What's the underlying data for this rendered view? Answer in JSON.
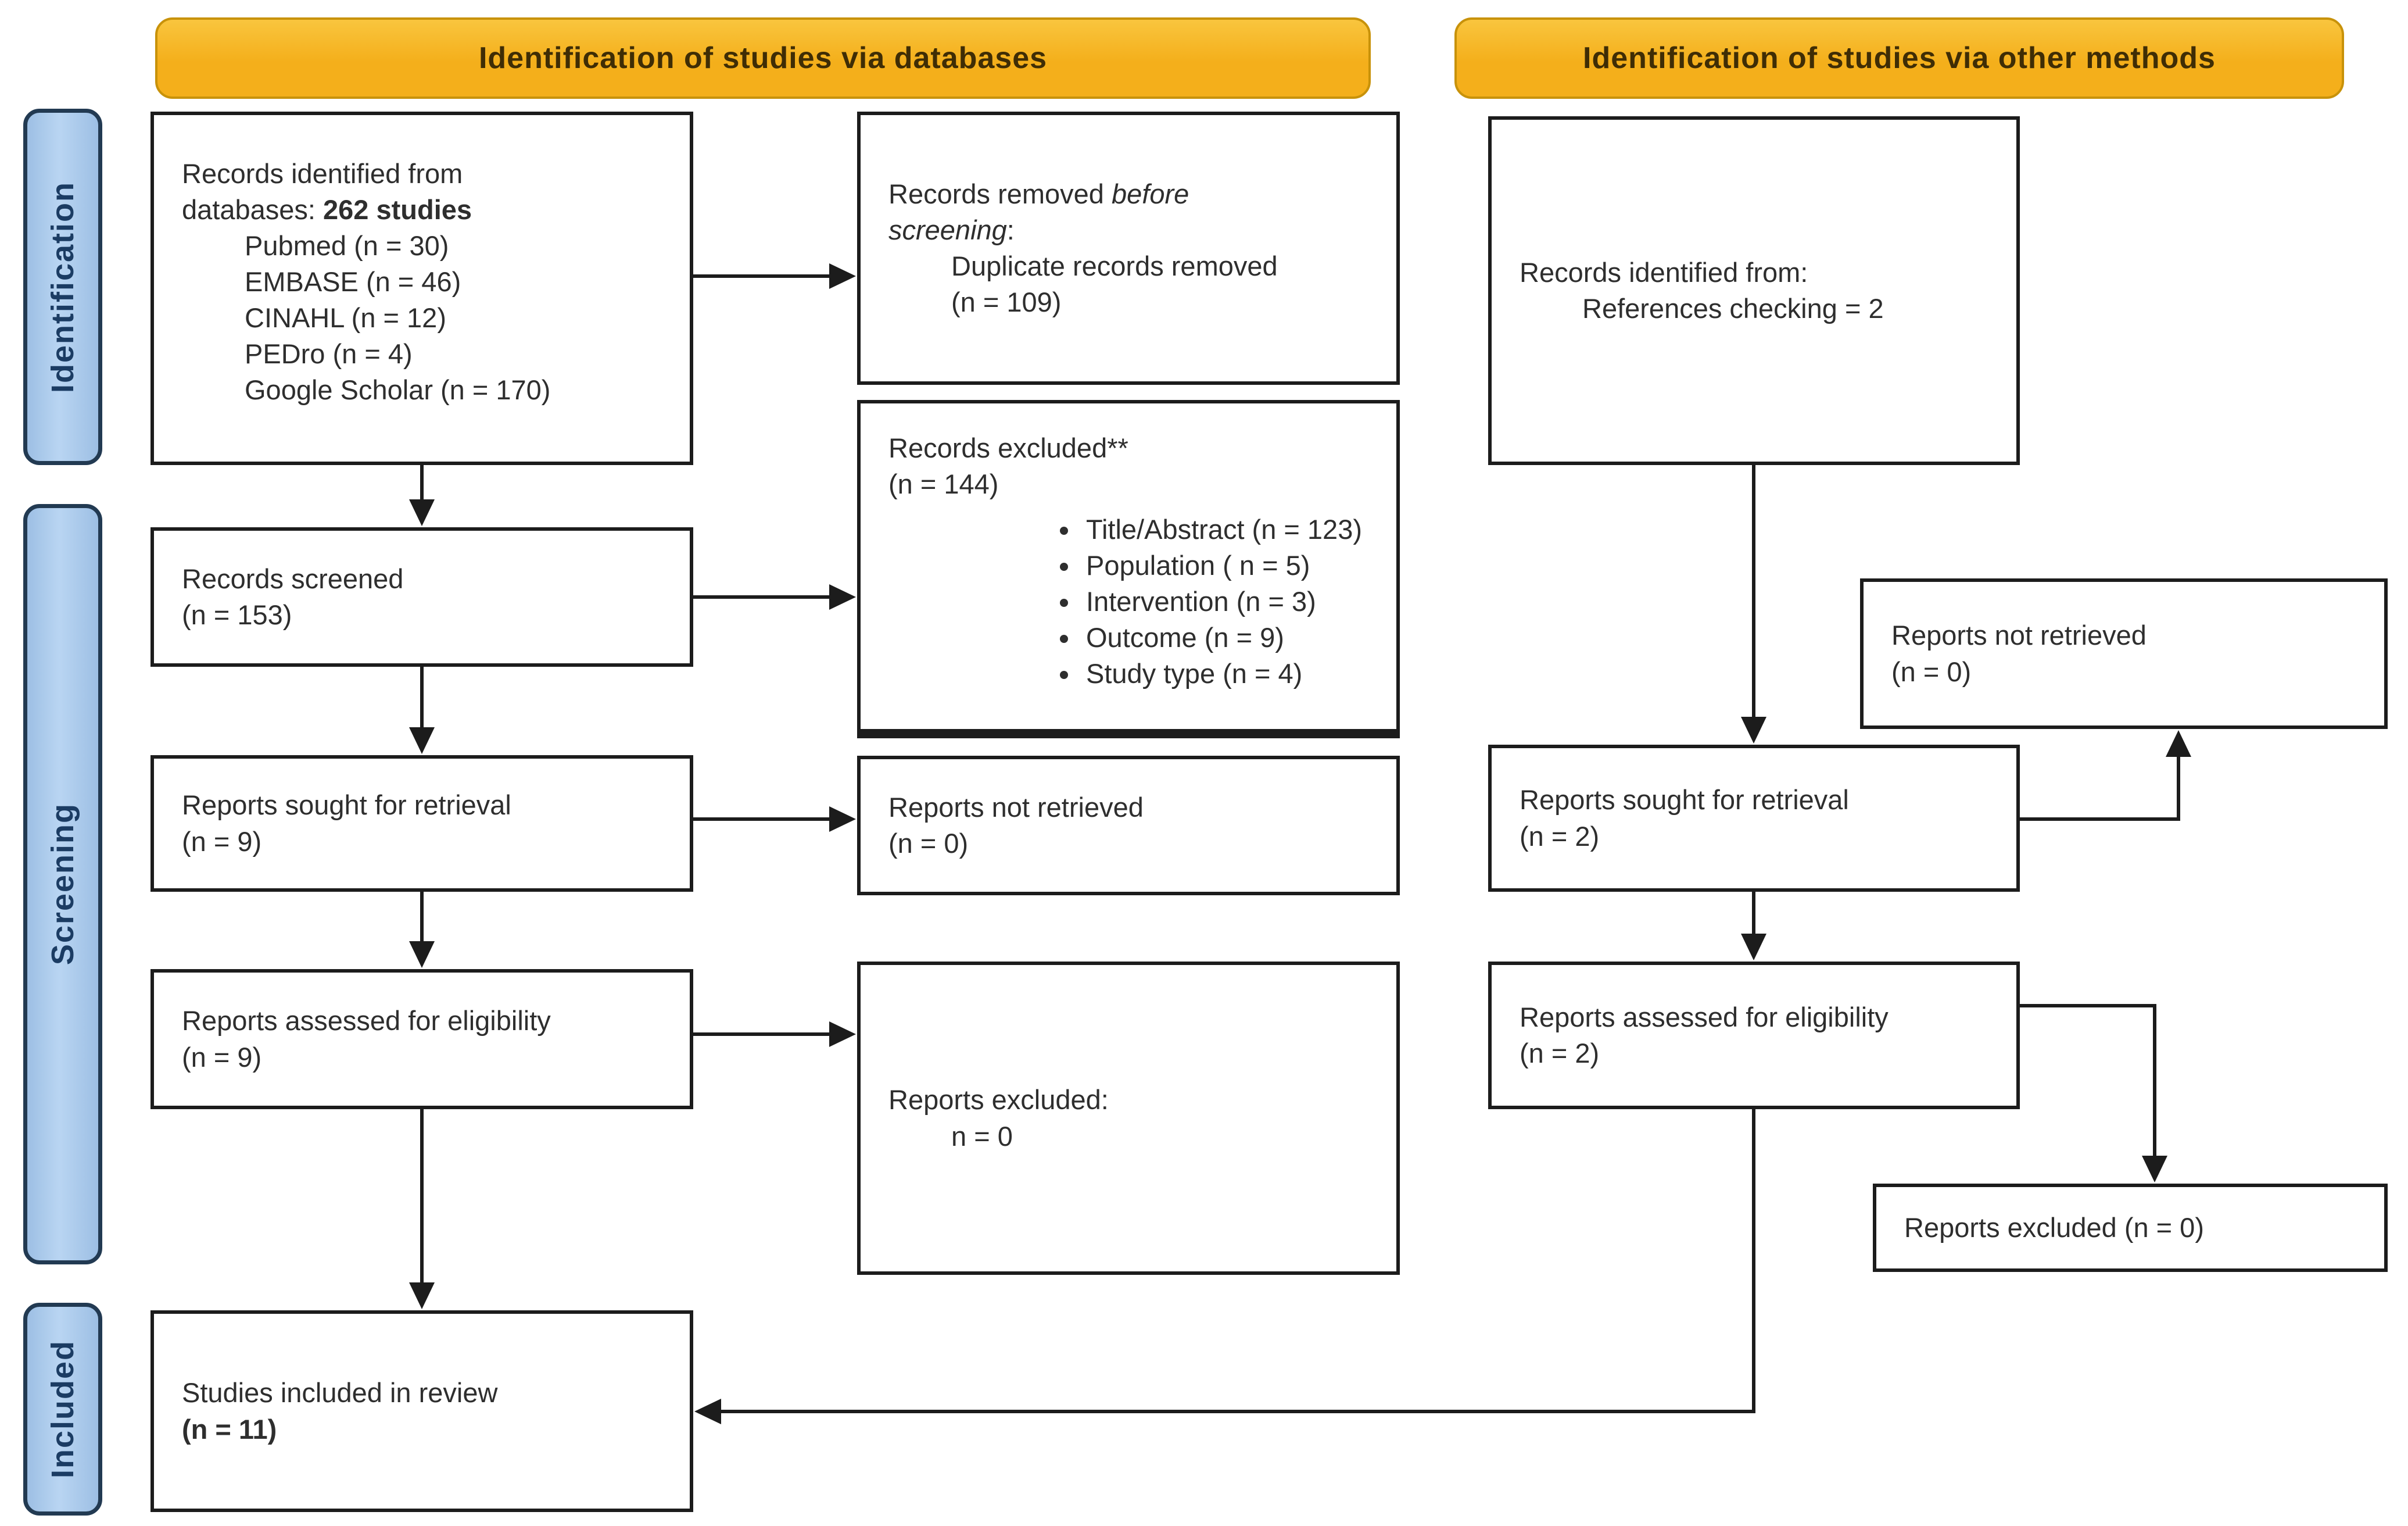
{
  "colors": {
    "background": "#ffffff",
    "banner_fill": "#f4af1b",
    "banner_fill_light": "#f9c53e",
    "banner_border": "#c8920a",
    "banner_text": "#3f2d05",
    "sidebar_fill": "#9dbfe4",
    "sidebar_fill_light": "#b9d5f2",
    "sidebar_border": "#223a52",
    "sidebar_text": "#1b3c63",
    "box_border": "#1c1c1c",
    "box_text": "#2e2e2e",
    "arrow": "#1c1c1c"
  },
  "headers": {
    "databases": "Identification of studies via databases",
    "other_methods": "Identification of studies via other methods"
  },
  "sidebar": {
    "identification": "Identification",
    "screening": "Screening",
    "included": "Included"
  },
  "boxes": {
    "records_identified_db": {
      "line1": "Records identified from",
      "line2_prefix": "databases: ",
      "line2_bold": "262 studies",
      "items": [
        "Pubmed (n = 30)",
        "EMBASE (n = 46)",
        "CINAHL (n = 12)",
        "PEDro (n = 4)",
        "Google Scholar (n = 170)"
      ]
    },
    "records_removed": {
      "part1": "Records removed ",
      "italic1": "before",
      "italic2": "screening",
      "colon": ":",
      "detail1": "Duplicate records removed",
      "detail2": "(n = 109)"
    },
    "records_identified_other": {
      "line1": "Records identified from:",
      "line2": "References checking = 2"
    },
    "records_screened": {
      "line1": "Records screened",
      "line2": "(n = 153)"
    },
    "records_excluded": {
      "line1": "Records excluded**",
      "line2": "(n = 144)",
      "bullets": [
        "Title/Abstract (n = 123)",
        "Population ( n = 5)",
        "Intervention (n = 3)",
        "Outcome (n = 9)",
        "Study type (n = 4)"
      ]
    },
    "reports_sought_db": {
      "line1": "Reports sought for retrieval",
      "line2": "(n = 9)"
    },
    "reports_not_retrieved_db": {
      "line1": "Reports not retrieved",
      "line2": "(n = 0)"
    },
    "reports_assessed_db": {
      "line1": "Reports assessed for eligibility",
      "line2": "(n = 9)"
    },
    "reports_excluded_db": {
      "line1": "Reports excluded:",
      "line2": "n = 0"
    },
    "studies_included": {
      "line1": "Studies included in review",
      "line2_bold": "(n = 11)"
    },
    "reports_not_retrieved_other": {
      "line1": "Reports not retrieved",
      "line2": "(n = 0)"
    },
    "reports_sought_other": {
      "line1": "Reports sought for retrieval",
      "line2": "(n = 2)"
    },
    "reports_assessed_other": {
      "line1": "Reports assessed for eligibility",
      "line2": "(n = 2)"
    },
    "reports_excluded_other": {
      "line1": "Reports excluded (n = 0)"
    }
  }
}
